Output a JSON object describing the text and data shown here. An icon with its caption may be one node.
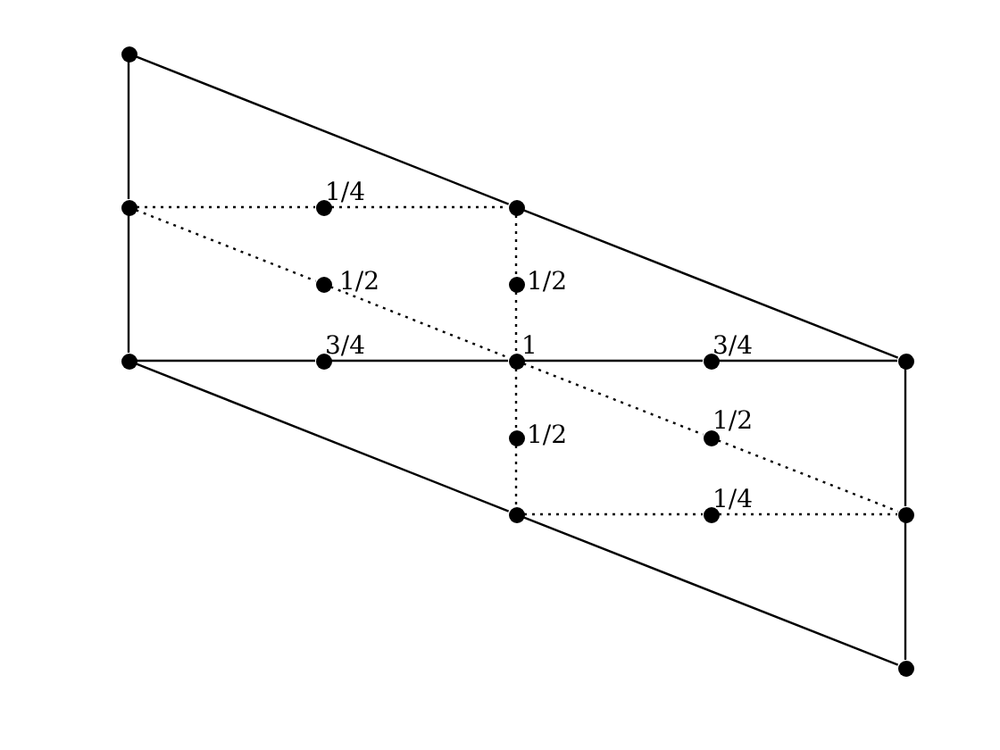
{
  "diagram": {
    "nodes": [
      {
        "text": [],
        "shape": "circle"
      },
      {
        "text": [],
        "shape": "circle"
      },
      {
        "text": [],
        "shape": "circle",
        "beside": [
          "1/4"
        ]
      },
      {
        "text": [],
        "shape": "circle"
      },
      {
        "text": [],
        "shape": "circle",
        "beside": [
          "1/2"
        ]
      },
      {
        "text": [],
        "shape": "circle",
        "beside": [
          "1/2"
        ]
      },
      {
        "text": [],
        "shape": "circle"
      },
      {
        "text": [],
        "shape": "circle",
        "beside": [
          "3/4"
        ]
      },
      {
        "text": [],
        "shape": "circle",
        "beside": [
          "1"
        ]
      },
      {
        "text": [],
        "shape": "circle",
        "beside": [
          "3/4"
        ]
      },
      {
        "text": [],
        "shape": "circle"
      },
      {
        "text": [],
        "shape": "circle",
        "beside": [
          "1/2"
        ]
      },
      {
        "text": [],
        "shape": "circle",
        "beside": [
          "1/2"
        ]
      },
      {
        "text": [],
        "shape": "circle"
      },
      {
        "text": [],
        "shape": "circle",
        "beside": [
          "1/4"
        ]
      },
      {
        "text": [],
        "shape": "circle"
      },
      {
        "text": [],
        "shape": "circle"
      }
    ],
    "edges": [
      {
        "from": 0,
        "to": 1,
        "arrow": "none"
      },
      {
        "from": 1,
        "to": 6,
        "arrow": "none"
      },
      {
        "from": 0,
        "to": 3,
        "arrow": "none"
      },
      {
        "from": 3,
        "to": 10,
        "arrow": "none"
      },
      {
        "from": 6,
        "to": 7,
        "arrow": "none"
      },
      {
        "from": 7,
        "to": 8,
        "arrow": "none"
      },
      {
        "from": 8,
        "to": 9,
        "arrow": "none"
      },
      {
        "from": 9,
        "to": 10,
        "arrow": "none"
      },
      {
        "from": 6,
        "to": 13,
        "arrow": "none"
      },
      {
        "from": 13,
        "to": 16,
        "arrow": "none"
      },
      {
        "from": 10,
        "to": 15,
        "arrow": "none"
      },
      {
        "from": 15,
        "to": 16,
        "arrow": "none"
      },
      {
        "from": 1,
        "to": 2,
        "arrow": "none",
        "style": "dashed"
      },
      {
        "from": 2,
        "to": 3,
        "arrow": "none",
        "style": "dashed"
      },
      {
        "from": 1,
        "to": 4,
        "arrow": "none",
        "style": "dashed"
      },
      {
        "from": 4,
        "to": 8,
        "arrow": "none",
        "style": "dashed"
      },
      {
        "from": 8,
        "to": 12,
        "arrow": "none",
        "style": "dashed"
      },
      {
        "from": 12,
        "to": 15,
        "arrow": "none",
        "style": "dashed"
      },
      {
        "from": 3,
        "to": 5,
        "arrow": "none",
        "style": "dashed"
      },
      {
        "from": 5,
        "to": 8,
        "arrow": "none",
        "style": "dashed"
      },
      {
        "from": 8,
        "to": 11,
        "arrow": "none",
        "style": "dashed"
      },
      {
        "from": 11,
        "to": 13,
        "arrow": "none",
        "style": "dashed"
      },
      {
        "from": 13,
        "to": 14,
        "arrow": "none",
        "style": "dashed"
      },
      {
        "from": 14,
        "to": 15,
        "arrow": "none",
        "style": "dashed"
      }
    ]
  }
}
